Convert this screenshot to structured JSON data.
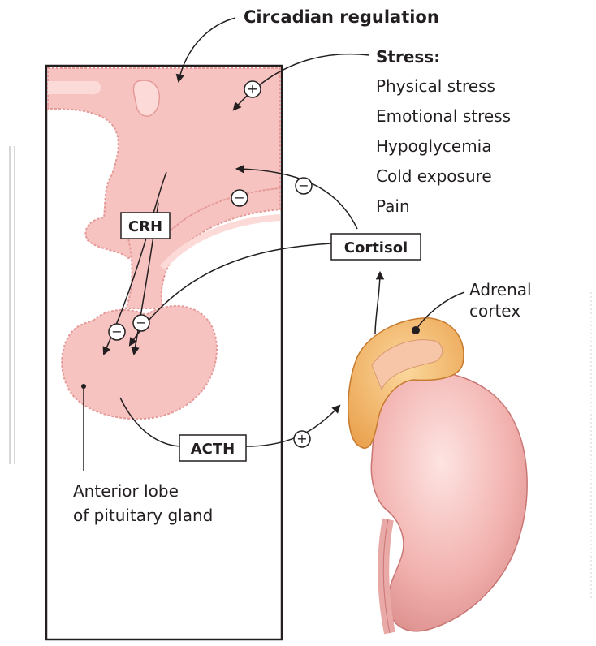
{
  "title": "Circadian regulation",
  "stress": {
    "heading": "Stress:",
    "items": [
      "Physical stress",
      "Emotional stress",
      "Hypoglycemia",
      "Cold exposure",
      "Pain"
    ]
  },
  "hormones": {
    "crh": "CRH",
    "cortisol": "Cortisol",
    "acth": "ACTH"
  },
  "labels": {
    "adrenal_line1": "Adrenal",
    "adrenal_line2": "cortex",
    "pituitary_line1": "Anterior lobe",
    "pituitary_line2": "of pituitary gland"
  },
  "signs": {
    "plus": "+",
    "minus": "−"
  },
  "colors": {
    "tissue": "#f6c3c1",
    "tissue_stroke": "#e59a98",
    "kidney": "#f3b6b3",
    "adrenal": "#f4c27a",
    "ink": "#231f20"
  }
}
